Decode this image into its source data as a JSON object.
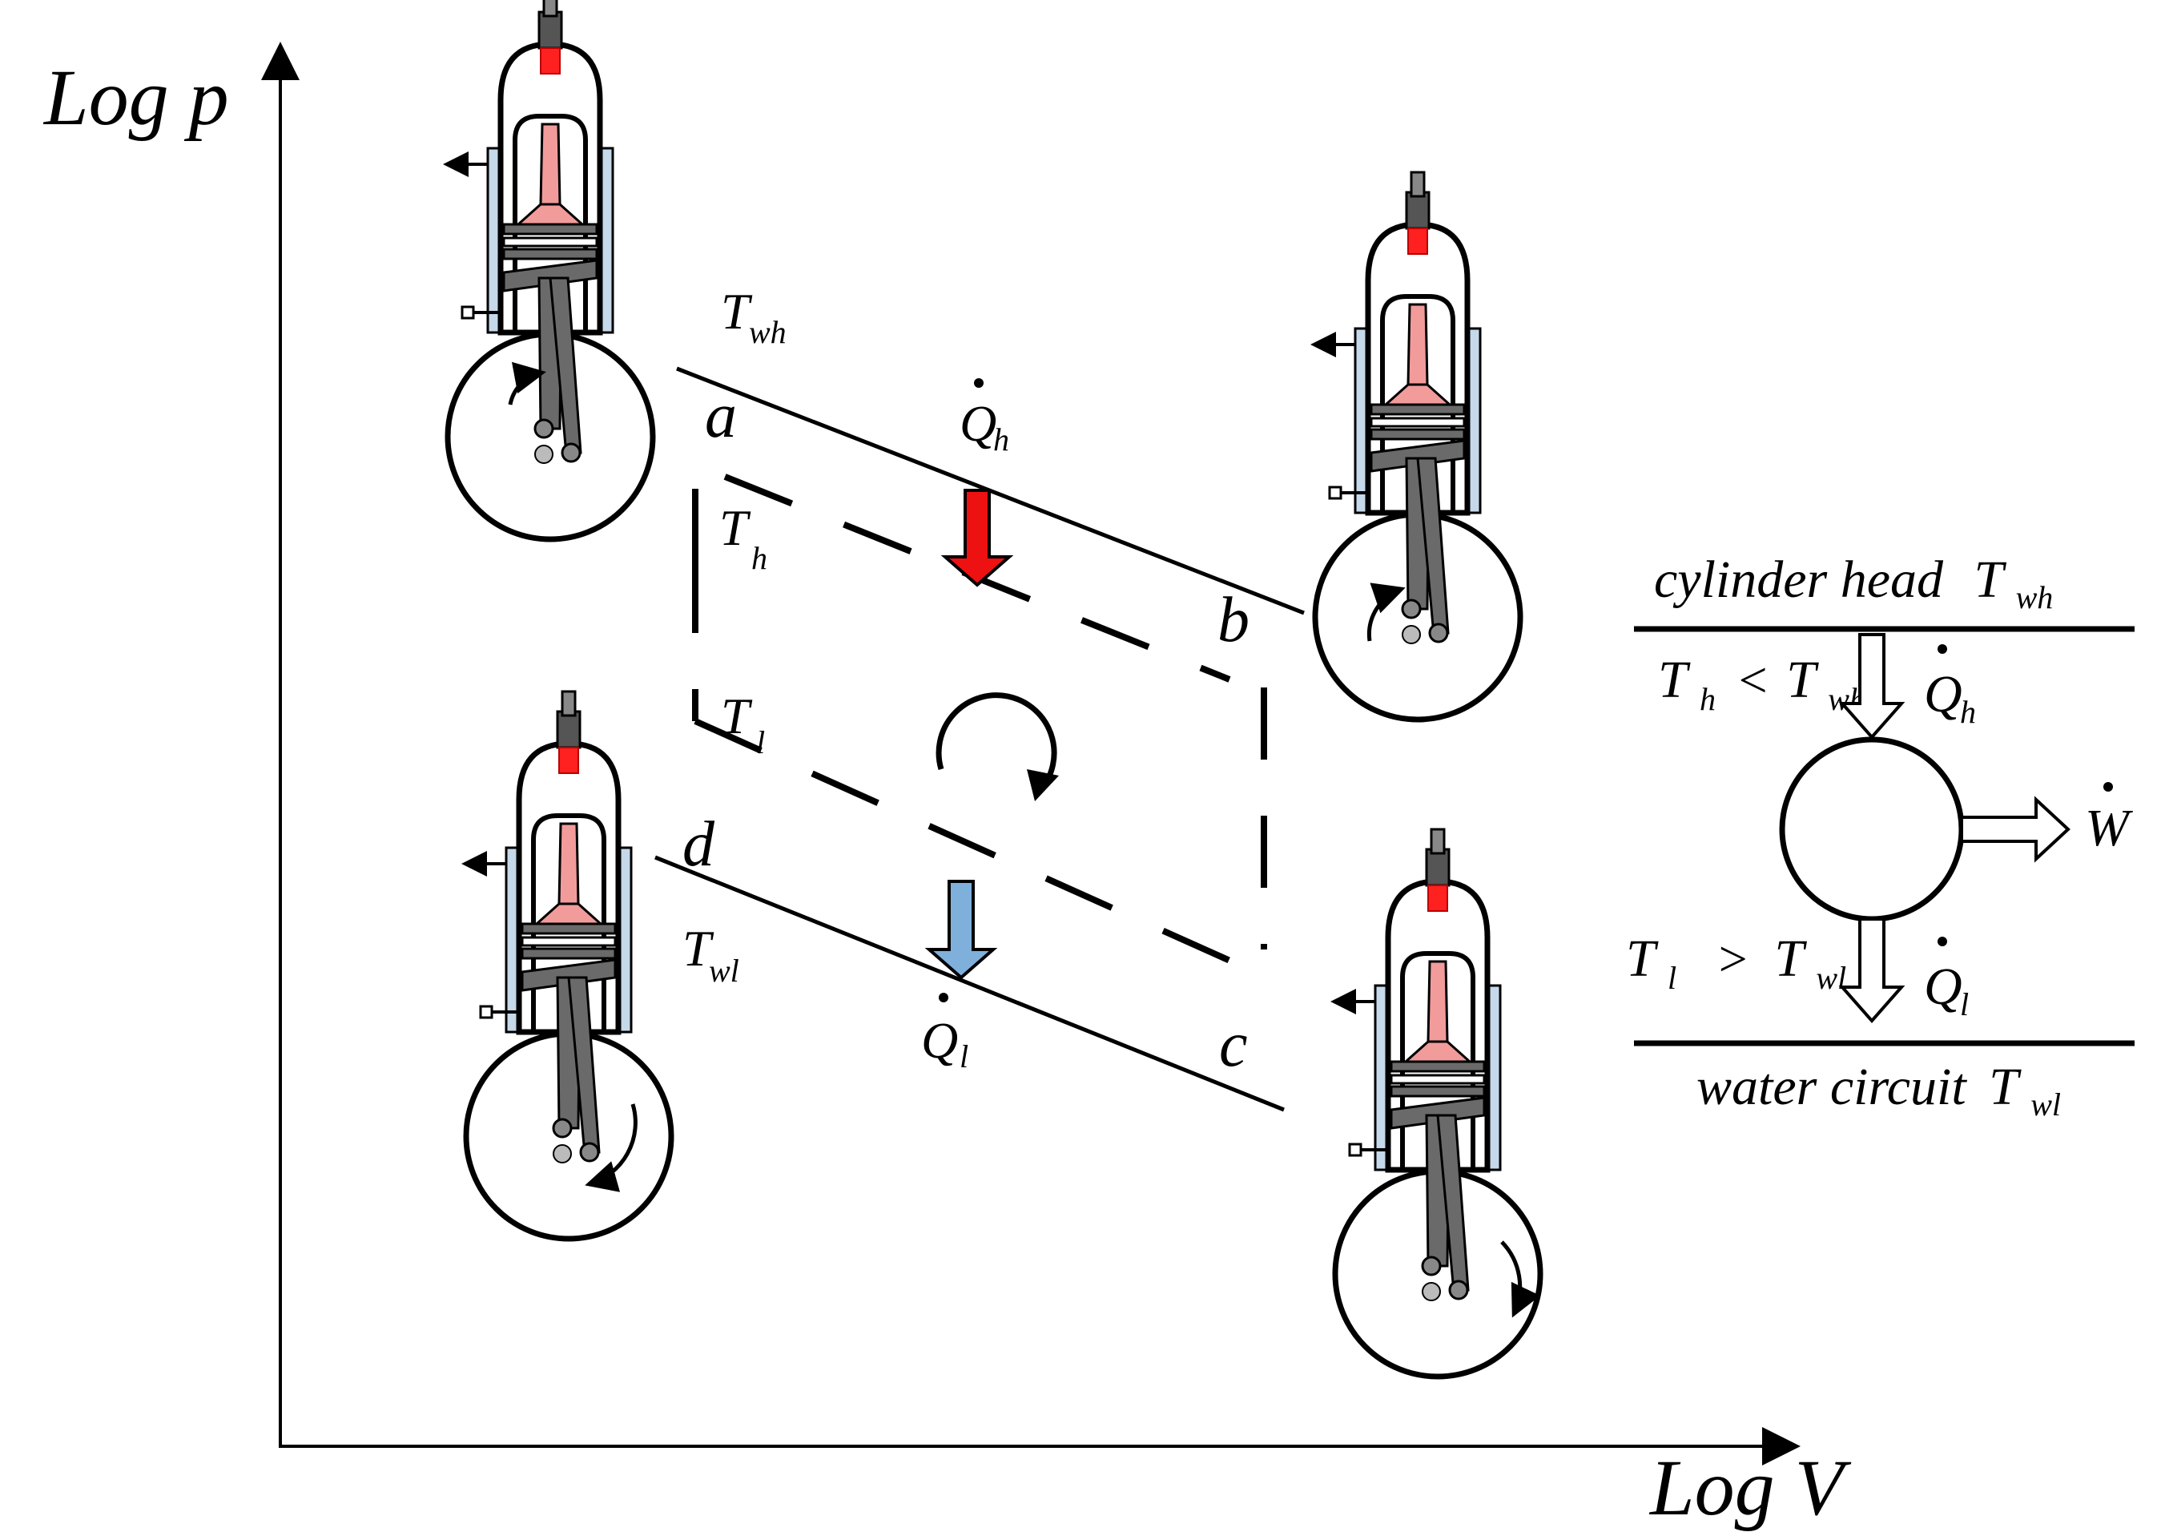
{
  "axes": {
    "y_label": "Log p",
    "x_label": "Log V"
  },
  "points": {
    "a": "a",
    "b": "b",
    "c": "c",
    "d": "d"
  },
  "isotherms": {
    "twh": {
      "main": "T",
      "sub": "wh"
    },
    "th": {
      "main": "T",
      "sub": "h"
    },
    "tl": {
      "main": "T",
      "sub": "l"
    },
    "twl": {
      "main": "T",
      "sub": "wl"
    }
  },
  "heat": {
    "qh": {
      "main": "Q",
      "sub": "h"
    },
    "ql": {
      "main": "Q",
      "sub": "l"
    }
  },
  "schematic": {
    "cylinder_head": "cylinder head",
    "water_circuit": "water circuit",
    "t_main": "T",
    "sub_wh": "wh",
    "sub_wl": "wl",
    "sub_h": "h",
    "sub_l": "l",
    "less_than": "<",
    "greater_than": ">",
    "q_main": "Q",
    "w_main": "W"
  },
  "colors": {
    "hot_arrow": "#ee1111",
    "cold_arrow": "#7fb0dc",
    "coolant_jacket": "#c5d9ea",
    "gas": "#f29b9b",
    "piston_dark": "#6a6a6a",
    "spark": "#ff2020"
  }
}
